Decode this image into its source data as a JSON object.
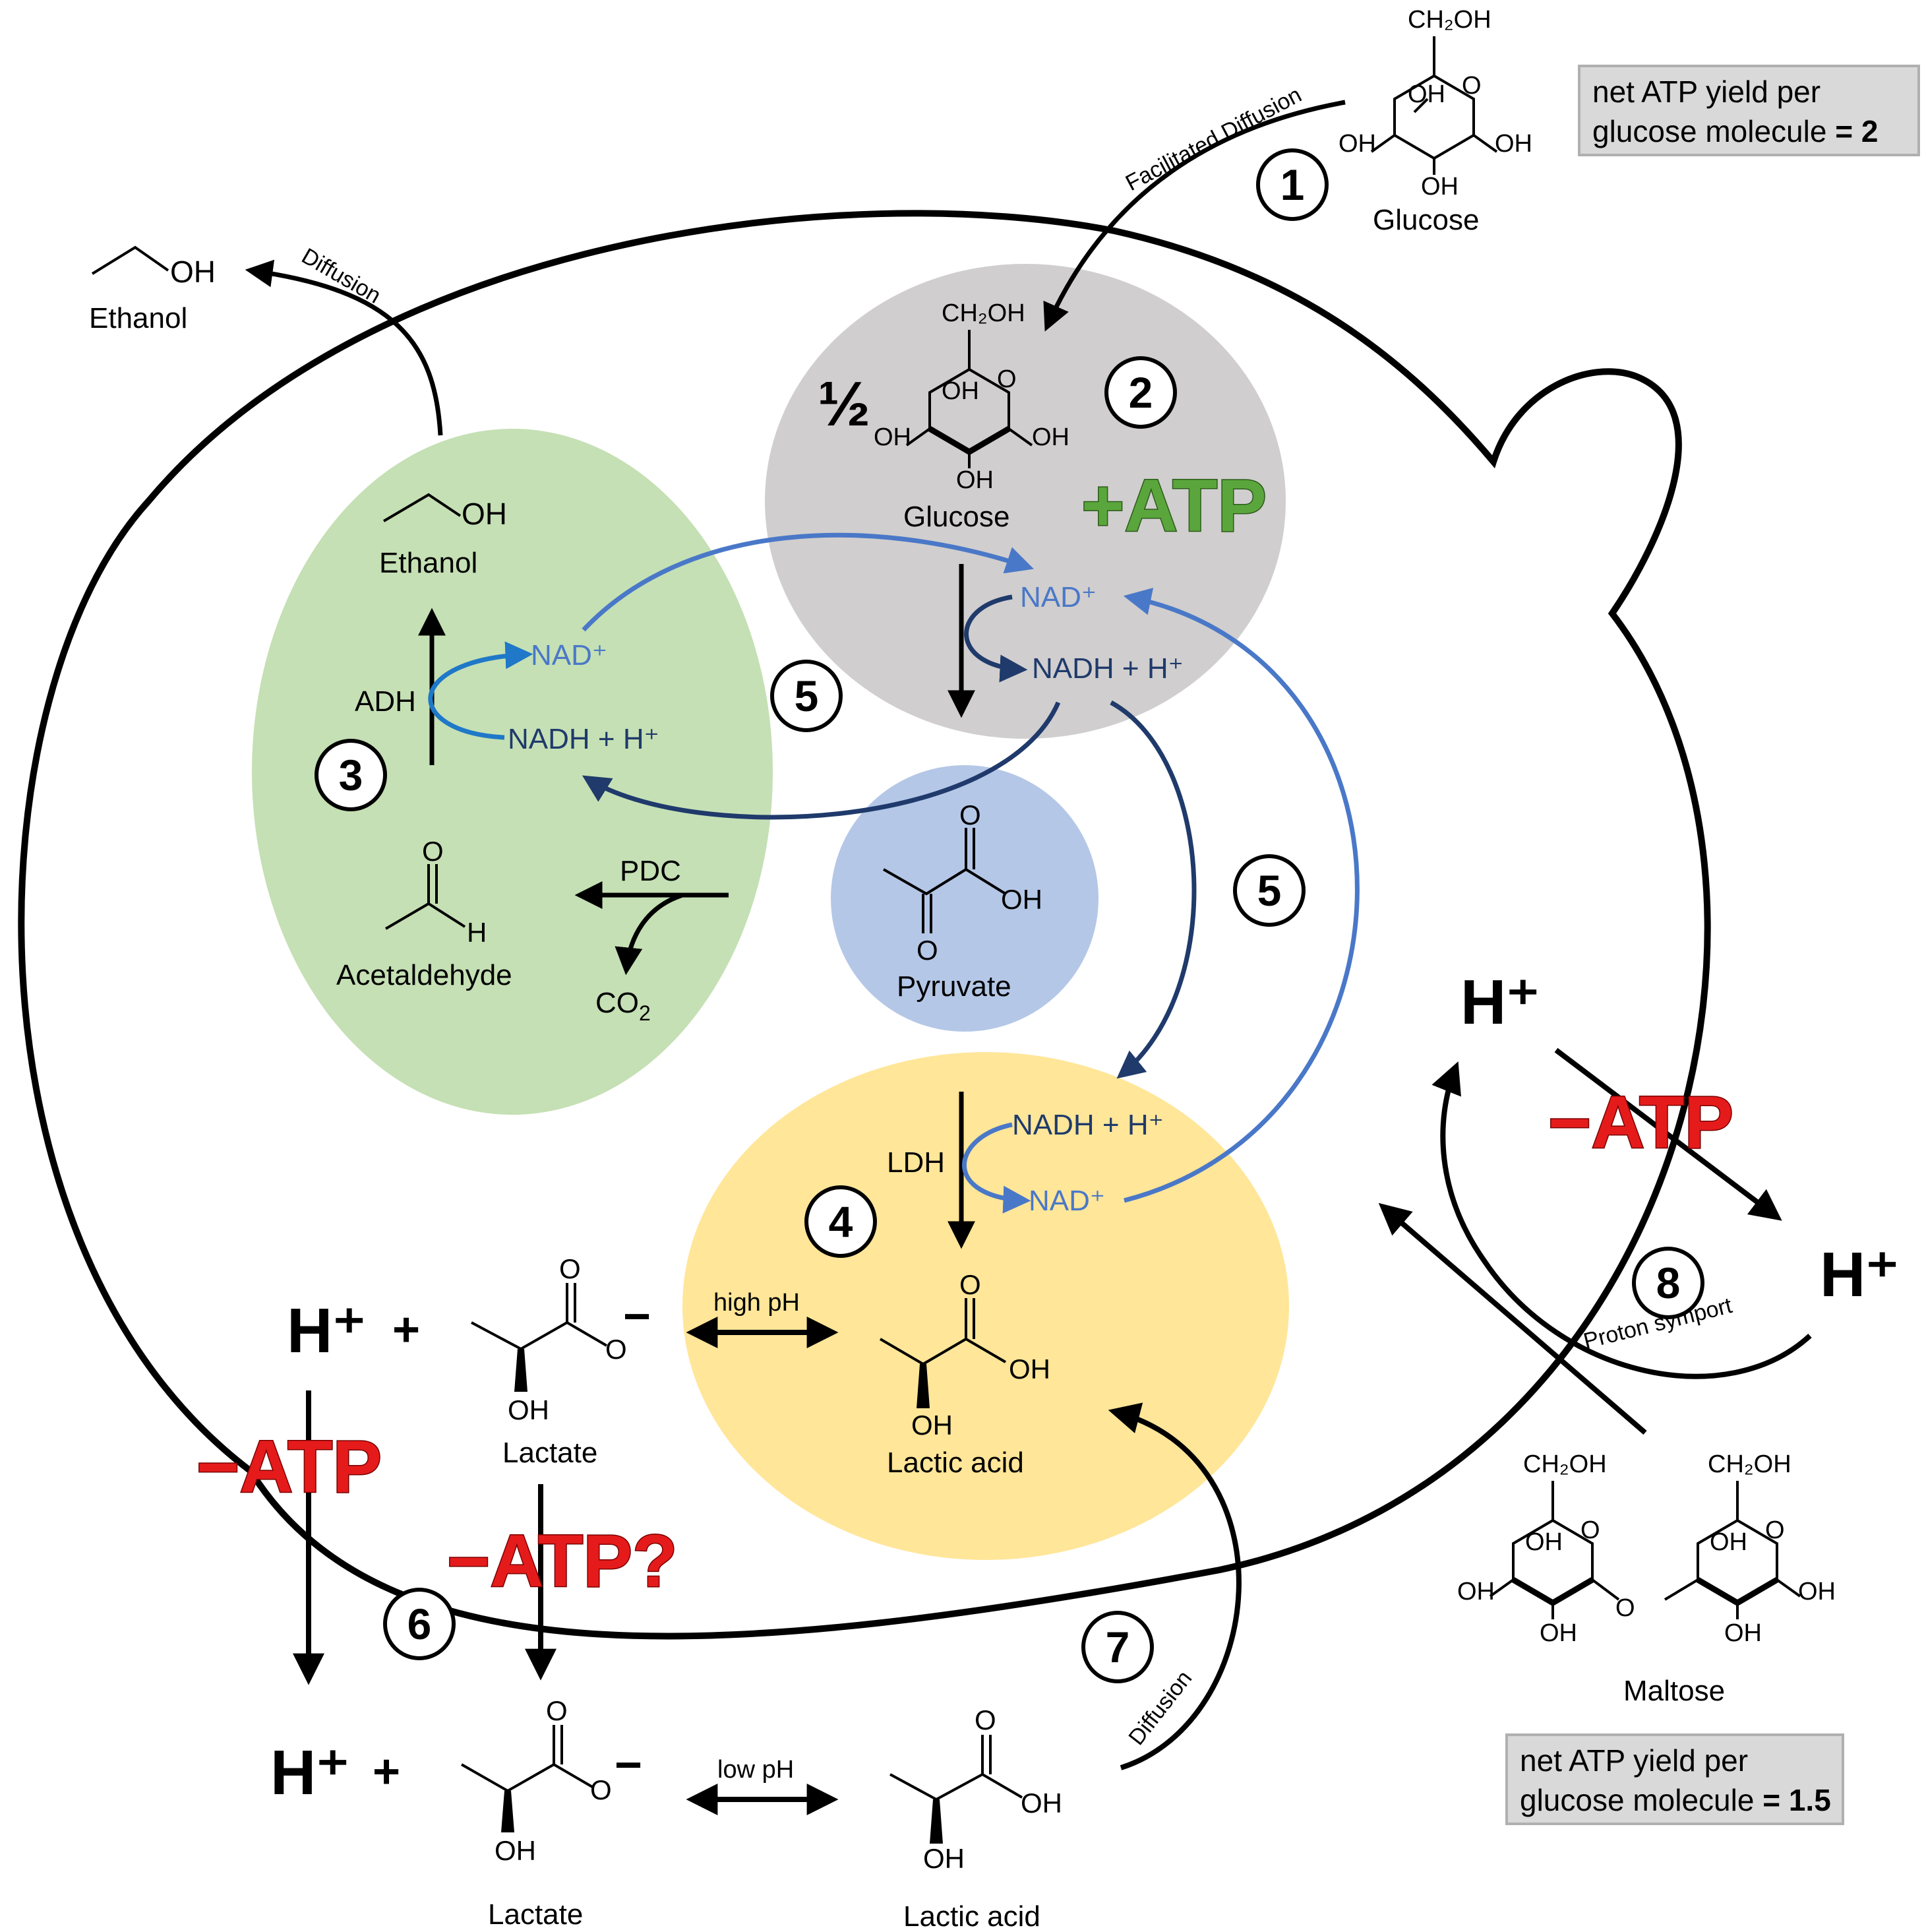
{
  "labels": {
    "facilitated_diffusion": "Facilitated Diffusion",
    "diffusion_top": "Diffusion",
    "diffusion_bottom": "Diffusion",
    "proton_symport": "Proton symport",
    "high_ph": "high pH",
    "low_ph": "low pH",
    "adh": "ADH",
    "pdc": "PDC",
    "ldh": "LDH",
    "half": "½"
  },
  "molecules": {
    "glucose_outside": "Glucose",
    "glucose_inside": "Glucose",
    "ethanol_outside": "Ethanol",
    "ethanol_inside": "Ethanol",
    "acetaldehyde": "Acetaldehyde",
    "co2": "CO",
    "co2_sub": "2",
    "pyruvate": "Pyruvate",
    "lactic_acid_inside": "Lactic acid",
    "lactate_mid": "Lactate",
    "lactate_bottom": "Lactate",
    "lactic_acid_bottom": "Lactic acid",
    "maltose": "Maltose",
    "ch2oh": "CH₂OH",
    "oh": "OH",
    "o": "O",
    "h": "H",
    "minus": "−"
  },
  "cofactors": {
    "nad": "NAD⁺",
    "nadh": "NADH + H⁺"
  },
  "protons": {
    "h_plus": "H⁺",
    "plus_sign": "+"
  },
  "atp": {
    "gain": "+ATP",
    "cost": "−ATP",
    "cost_uncertain": "−ATP?"
  },
  "steps": [
    "1",
    "2",
    "3",
    "4",
    "5",
    "5",
    "6",
    "7",
    "8"
  ],
  "yield_boxes": {
    "glucose_line1": "net ATP yield per",
    "glucose_line2": "glucose molecule ",
    "glucose_value": "= 2",
    "maltose_line1": "net ATP yield per",
    "maltose_line2": "glucose molecule ",
    "maltose_value": "= 1.5"
  },
  "colors": {
    "green_compartment": "#c5e0b4",
    "gray_compartment": "#d0cece",
    "blue_compartment": "#b4c7e7",
    "yellow_compartment": "#ffe699",
    "nad_blue": "#4a78c8",
    "nadh_navy": "#1f3a6b",
    "atp_red": "#e51b1b",
    "atp_green": "#5aa63c",
    "box_gray": "#d9d9d9"
  }
}
